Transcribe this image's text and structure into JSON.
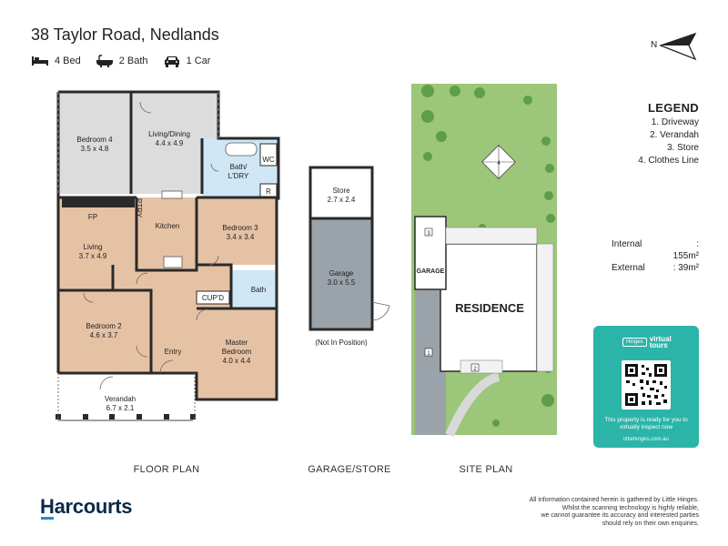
{
  "header": {
    "title": "38 Taylor Road, Nedlands"
  },
  "features": [
    {
      "icon": "bed-icon",
      "label": "4 Bed"
    },
    {
      "icon": "bath-icon",
      "label": "2 Bath"
    },
    {
      "icon": "car-icon",
      "label": "1 Car"
    }
  ],
  "north_label": "N",
  "legend": {
    "title": "LEGEND",
    "items": [
      "1. Driveway",
      "2. Verandah",
      "3. Store",
      "4. Clothes Line"
    ]
  },
  "areas": {
    "internal_label": "Internal",
    "internal_value": ": 155m²",
    "external_label": "External",
    "external_value": ":  39m²"
  },
  "floor_plan": {
    "rooms": {
      "bedroom4_name": "Bedroom 4",
      "bedroom4_size": "3.5 x 4.8",
      "living_dining_name": "Living/Dining",
      "living_dining_size": "4.4 x 4.9",
      "bath_ldry_name": "Bath/",
      "bath_ldry_name2": "L'DRY",
      "wc": "WC",
      "r": "R",
      "ptry": "PTRY",
      "fp": "FP",
      "living_name": "Living",
      "living_size": "3.7 x 4.9",
      "kitchen_name": "Kitchen",
      "bedroom3_name": "Bedroom 3",
      "bedroom3_size": "3.4 x 3.4",
      "cupd": "CUP'D",
      "bath": "Bath",
      "bedroom2_name": "Bedroom 2",
      "bedroom2_size": "4.6 x 3.7",
      "entry": "Entry",
      "master_name": "Master",
      "master_name2": "Bedroom",
      "master_size": "4.0 x 4.4",
      "verandah_name": "Verandah",
      "verandah_size": "6.7 x 2.1"
    }
  },
  "garage_store": {
    "store_name": "Store",
    "store_size": "2.7 x 2.4",
    "garage_name": "Garage",
    "garage_size": "3.0 x 5.5",
    "note": "(Not In Position)"
  },
  "site_plan": {
    "residence": "RESIDENCE",
    "garage": "GARAGE",
    "marker1": "1",
    "marker2": "2",
    "marker3": "3"
  },
  "section_labels": {
    "floor_plan": "FLOOR PLAN",
    "garage_store": "GARAGE/STORE",
    "site_plan": "SITE PLAN"
  },
  "virtual_tour": {
    "brand": "Hinges",
    "tag1": "virtual",
    "tag2": "tours",
    "text": "This property is ready for you to virtually inspect now",
    "url": "littlehinges.com.au"
  },
  "brand": {
    "name": "Harcourts"
  },
  "disclaimer": {
    "line1": "All information contained herein is gathered by Little Hinges.",
    "line2": "Whilst the scanning technology is highly reliable,",
    "line3": "we cannot guarantee its accuracy and interested parties",
    "line4": "should rely on their own enquiries."
  },
  "colors": {
    "floor_wood": "#e6c2a5",
    "floor_tile": "#dcdcdc",
    "floor_wet": "#cfe6f5",
    "wall": "#2a2a2a",
    "site_green": "#9cc67a",
    "tree_green": "#5e9e48",
    "driveway": "#9aa2aa",
    "accent_teal": "#2bb5a9",
    "brand_navy": "#0b2a4a",
    "brand_blue": "#1d8fd6"
  }
}
